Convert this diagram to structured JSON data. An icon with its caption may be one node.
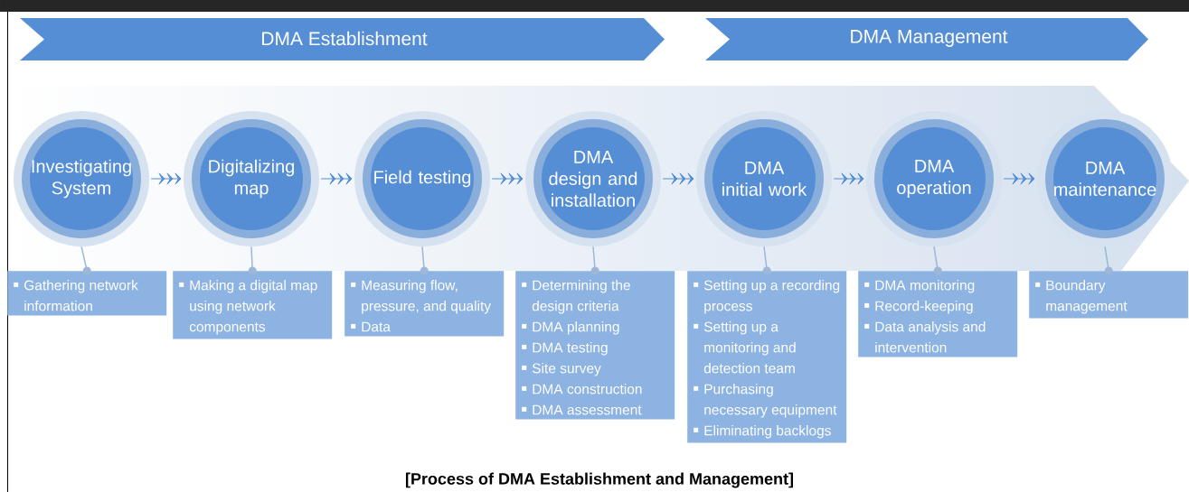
{
  "diagram": {
    "caption": "[Process of DMA Establishment and Management]",
    "nodes": [
      {
        "text": [
          "DMA Establishment"
        ]
      },
      {
        "text": [
          "DMA Management"
        ]
      },
      {
        "text": [
          "Investigating System"
        ]
      },
      {
        "text": [
          "Digitalizing map"
        ]
      },
      {
        "text": [
          "Field testing"
        ]
      },
      {
        "text": [
          "DMA design and installation"
        ]
      },
      {
        "text": [
          "DMA initial work"
        ]
      },
      {
        "text": [
          "DMA operation"
        ]
      },
      {
        "text": [
          "DMA maintenance"
        ]
      },
      {
        "text": [
          "Gathering network information"
        ]
      },
      {
        "text": [
          "Making a digital map using network components"
        ]
      },
      {
        "text": [
          "Measuring flow, pressure, and quality",
          "Data"
        ]
      },
      {
        "text": [
          "Determining the design criteria",
          "DMA planning",
          "DMA testing",
          "Site survey",
          "DMA construction",
          "DMA assessment"
        ]
      },
      {
        "text": [
          "Setting up a recording process",
          "Setting up a monitoring and detection team",
          "Purchasing necessary equipment",
          "Eliminating backlogs"
        ]
      },
      {
        "text": [
          "DMA monitoring",
          "Record-keeping",
          "Data analysis and intervention"
        ]
      },
      {
        "text": [
          "Boundary management"
        ]
      }
    ],
    "edges": [
      {
        "from": 2,
        "to": 3,
        "arrow": "to"
      },
      {
        "from": 3,
        "to": 4,
        "arrow": "to"
      },
      {
        "from": 4,
        "to": 5,
        "arrow": "to"
      },
      {
        "from": 5,
        "to": 6,
        "arrow": "to"
      },
      {
        "from": 6,
        "to": 7,
        "arrow": "to"
      },
      {
        "from": 7,
        "to": 8,
        "arrow": "to"
      },
      {
        "from": 2,
        "to": 9,
        "arrow": "none"
      },
      {
        "from": 3,
        "to": 10,
        "arrow": "none"
      },
      {
        "from": 4,
        "to": 11,
        "arrow": "none"
      },
      {
        "from": 5,
        "to": 12,
        "arrow": "none"
      },
      {
        "from": 6,
        "to": 13,
        "arrow": "none"
      },
      {
        "from": 7,
        "to": 14,
        "arrow": "none"
      },
      {
        "from": 8,
        "to": 15,
        "arrow": "none"
      }
    ]
  }
}
